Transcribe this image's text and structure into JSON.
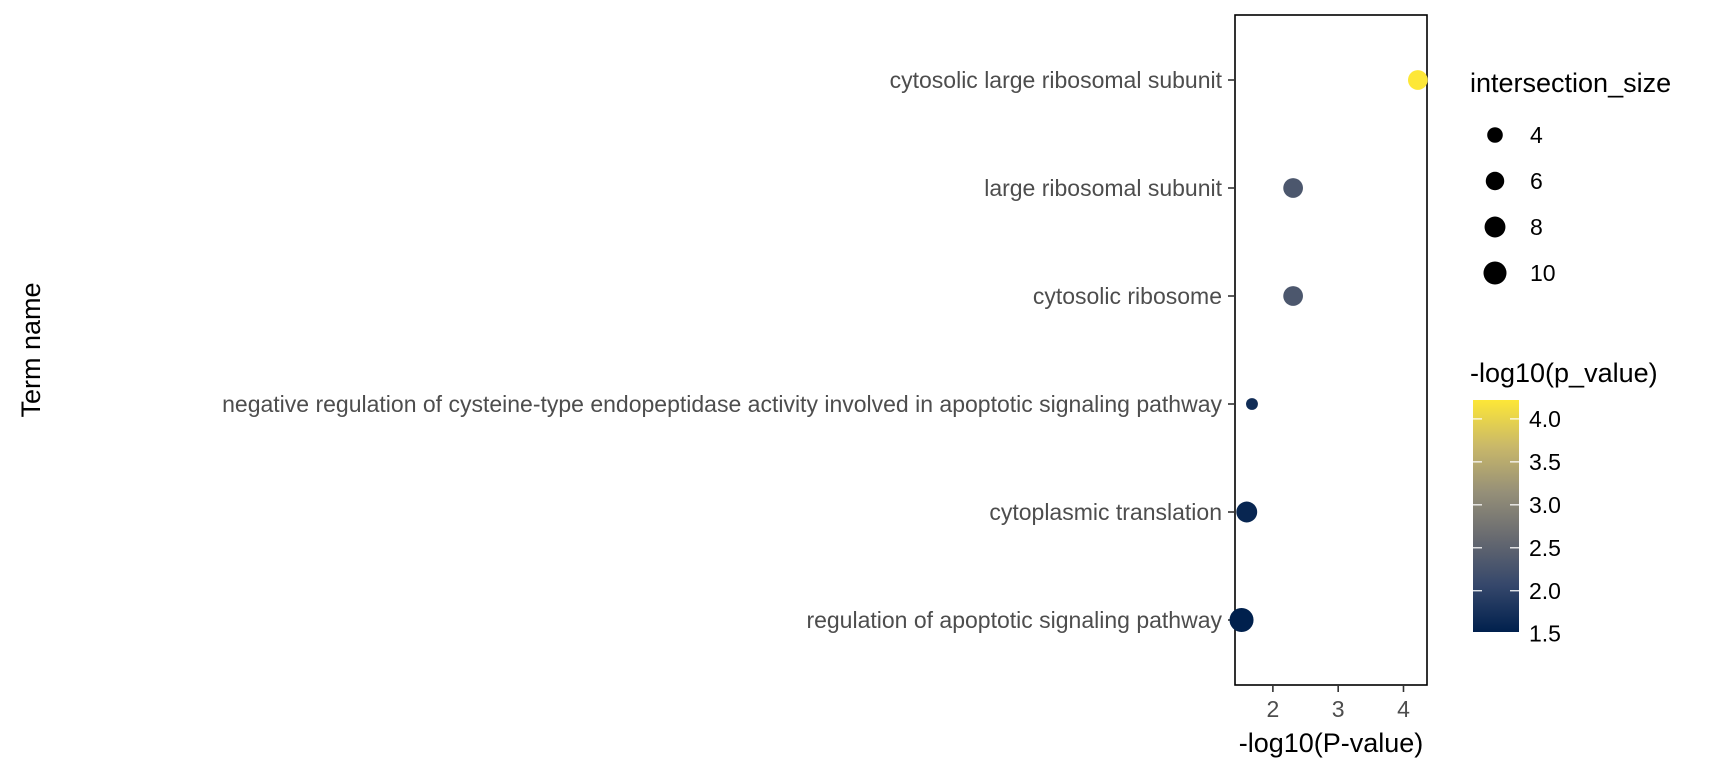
{
  "chart_data": {
    "type": "scatter",
    "xlabel": "-log10(P-value)",
    "ylabel": "Term name",
    "xlim": [
      1.42,
      4.36
    ],
    "x_ticks": [
      "2",
      "3",
      "4"
    ],
    "categories": [
      "cytosolic large ribosomal subunit",
      "large ribosomal subunit",
      "cytosolic ribosome",
      "negative regulation of cysteine-type endopeptidase activity involved in apoptotic signaling pathway",
      "cytoplasmic translation",
      "regulation of apoptotic signaling pathway"
    ],
    "points": [
      {
        "term": "cytosolic large ribosomal subunit",
        "x": 4.22,
        "size": 7,
        "color_value": 4.22
      },
      {
        "term": "large ribosomal subunit",
        "x": 2.31,
        "size": 7,
        "color_value": 2.31
      },
      {
        "term": "cytosolic ribosome",
        "x": 2.31,
        "size": 7,
        "color_value": 2.31
      },
      {
        "term": "negative regulation of cysteine-type endopeptidase activity involved in apoptotic signaling pathway",
        "x": 1.68,
        "size": 2,
        "color_value": 1.68
      },
      {
        "term": "cytoplasmic translation",
        "x": 1.6,
        "size": 8,
        "color_value": 1.6
      },
      {
        "term": "regulation of apoptotic signaling pathway",
        "x": 1.52,
        "size": 11,
        "color_value": 1.52
      }
    ],
    "legend_size": {
      "title": "intersection_size",
      "entries": [
        {
          "label": "4",
          "value": 4
        },
        {
          "label": "6",
          "value": 6
        },
        {
          "label": "8",
          "value": 8
        },
        {
          "label": "10",
          "value": 10
        }
      ]
    },
    "legend_color": {
      "title": "-log10(p_value)",
      "range": [
        1.52,
        4.22
      ],
      "ticks": [
        "1.5",
        "2.0",
        "2.5",
        "3.0",
        "3.5",
        "4.0"
      ],
      "colors": [
        "#00204d",
        "#35476b",
        "#666970",
        "#958f78",
        "#c9b869",
        "#fde737"
      ]
    },
    "grid": false,
    "legend_position": "right"
  }
}
